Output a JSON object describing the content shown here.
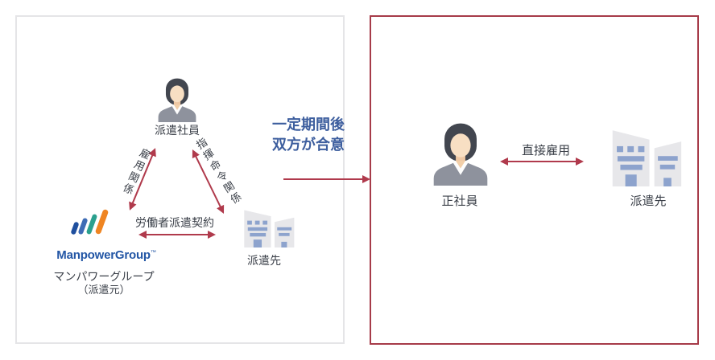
{
  "left_panel": {
    "worker": {
      "label": "派遣社員"
    },
    "relations": {
      "employment": "雇用関係",
      "command": "指揮命令関係",
      "contract": "労働者派遣契約"
    },
    "agency": {
      "logo_text": "ManpowerGroup",
      "logo_mark": "™",
      "name": "マンパワーグループ",
      "role": "（派遣元）"
    },
    "client": {
      "label": "派遣先"
    }
  },
  "transition": {
    "line1": "一定期間後",
    "line2": "双方が合意"
  },
  "right_panel": {
    "employee": {
      "label": "正社員"
    },
    "relation": {
      "direct_employment": "直接雇用"
    },
    "client": {
      "label": "派遣先"
    }
  },
  "colors": {
    "arrow_red": "#b03a4c",
    "panel_border_red": "#a63b49",
    "panel_border_gray": "#e5e5e7",
    "heading_blue": "#3d5e9e",
    "text_dark": "#3b4049",
    "logo_blue": "#2356a5",
    "logo_blue_dark": "#1f4f9e",
    "logo_teal": "#2ba08e",
    "logo_orange": "#ef8522",
    "building_body": "#e7e7ea",
    "building_window": "#8da3cd",
    "person_hair": "#42464f",
    "person_skin": "#f8dfc3",
    "person_jacket": "#8e929d"
  }
}
